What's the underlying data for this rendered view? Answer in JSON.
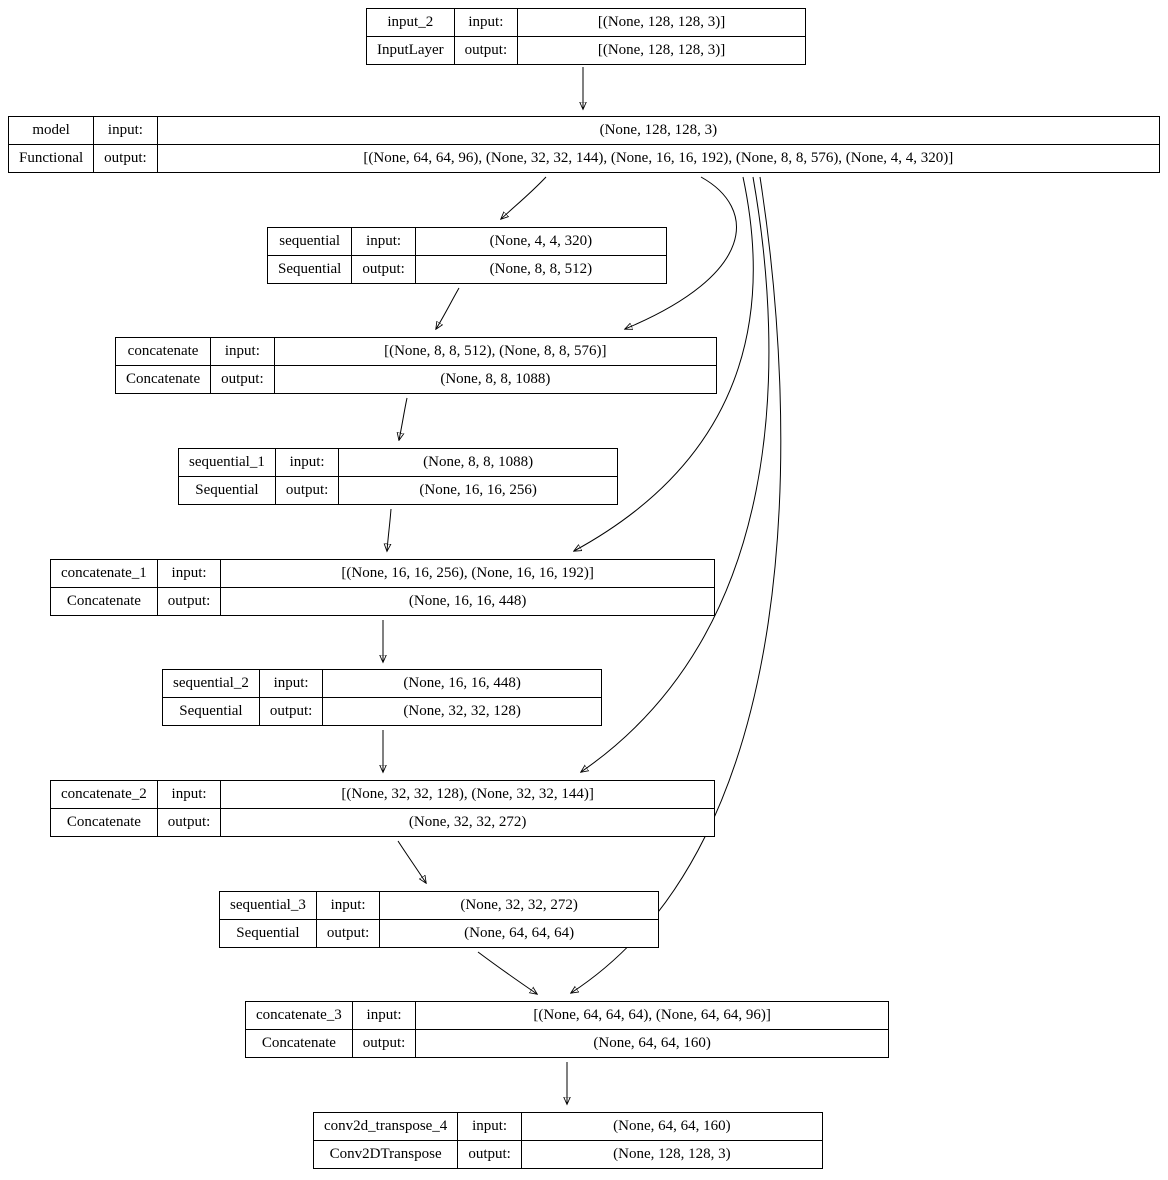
{
  "labels": {
    "input": "input:",
    "output": "output:"
  },
  "nodes": [
    {
      "id": "input_2",
      "name": "input_2",
      "type": "InputLayer",
      "input_shape": "[(None, 128, 128, 3)]",
      "output_shape": "[(None, 128, 128, 3)]"
    },
    {
      "id": "model",
      "name": "model",
      "type": "Functional",
      "input_shape": "(None, 128, 128, 3)",
      "output_shape": "[(None, 64, 64, 96), (None, 32, 32, 144), (None, 16, 16, 192), (None, 8, 8, 576), (None, 4, 4, 320)]"
    },
    {
      "id": "sequential",
      "name": "sequential",
      "type": "Sequential",
      "input_shape": "(None, 4, 4, 320)",
      "output_shape": "(None, 8, 8, 512)"
    },
    {
      "id": "concatenate",
      "name": "concatenate",
      "type": "Concatenate",
      "input_shape": "[(None, 8, 8, 512), (None, 8, 8, 576)]",
      "output_shape": "(None, 8, 8, 1088)"
    },
    {
      "id": "sequential_1",
      "name": "sequential_1",
      "type": "Sequential",
      "input_shape": "(None, 8, 8, 1088)",
      "output_shape": "(None, 16, 16, 256)"
    },
    {
      "id": "concatenate_1",
      "name": "concatenate_1",
      "type": "Concatenate",
      "input_shape": "[(None, 16, 16, 256), (None, 16, 16, 192)]",
      "output_shape": "(None, 16, 16, 448)"
    },
    {
      "id": "sequential_2",
      "name": "sequential_2",
      "type": "Sequential",
      "input_shape": "(None, 16, 16, 448)",
      "output_shape": "(None, 32, 32, 128)"
    },
    {
      "id": "concatenate_2",
      "name": "concatenate_2",
      "type": "Concatenate",
      "input_shape": "[(None, 32, 32, 128), (None, 32, 32, 144)]",
      "output_shape": "(None, 32, 32, 272)"
    },
    {
      "id": "sequential_3",
      "name": "sequential_3",
      "type": "Sequential",
      "input_shape": "(None, 32, 32, 272)",
      "output_shape": "(None, 64, 64, 64)"
    },
    {
      "id": "concatenate_3",
      "name": "concatenate_3",
      "type": "Concatenate",
      "input_shape": "[(None, 64, 64, 64), (None, 64, 64, 96)]",
      "output_shape": "(None, 64, 64, 160)"
    },
    {
      "id": "conv2d_transpose_4",
      "name": "conv2d_transpose_4",
      "type": "Conv2DTranspose",
      "input_shape": "(None, 64, 64, 160)",
      "output_shape": "(None, 128, 128, 3)"
    }
  ],
  "edges": [
    {
      "from": "input_2",
      "to": "model"
    },
    {
      "from": "model",
      "to": "sequential"
    },
    {
      "from": "model",
      "to": "concatenate"
    },
    {
      "from": "model",
      "to": "concatenate_1"
    },
    {
      "from": "model",
      "to": "concatenate_2"
    },
    {
      "from": "model",
      "to": "concatenate_3"
    },
    {
      "from": "sequential",
      "to": "concatenate"
    },
    {
      "from": "concatenate",
      "to": "sequential_1"
    },
    {
      "from": "sequential_1",
      "to": "concatenate_1"
    },
    {
      "from": "concatenate_1",
      "to": "sequential_2"
    },
    {
      "from": "sequential_2",
      "to": "concatenate_2"
    },
    {
      "from": "concatenate_2",
      "to": "sequential_3"
    },
    {
      "from": "sequential_3",
      "to": "concatenate_3"
    },
    {
      "from": "concatenate_3",
      "to": "conv2d_transpose_4"
    }
  ]
}
